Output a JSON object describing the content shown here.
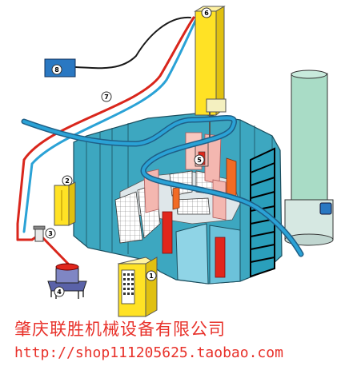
{
  "caption": {
    "company": "肇庆联胜机械设备有限公司",
    "url": "http://shop111205625.taobao.com"
  },
  "callouts": [
    "1",
    "2",
    "3",
    "4",
    "5",
    "6",
    "7",
    "8"
  ],
  "colors": {
    "booth_wall": "#3da7c0",
    "cyan_wall": "#8fd4e6",
    "pink_panel": "#f4b7b0",
    "red_door": "#e0261c",
    "orange_panel": "#f26b24",
    "yellow": "#ffe225",
    "cylinder": "#a9dcc6",
    "hose_red": "#d9261c",
    "hose_blue": "#2aa2d6",
    "control_box": "#2a78c2",
    "caption": "#e8312a"
  }
}
